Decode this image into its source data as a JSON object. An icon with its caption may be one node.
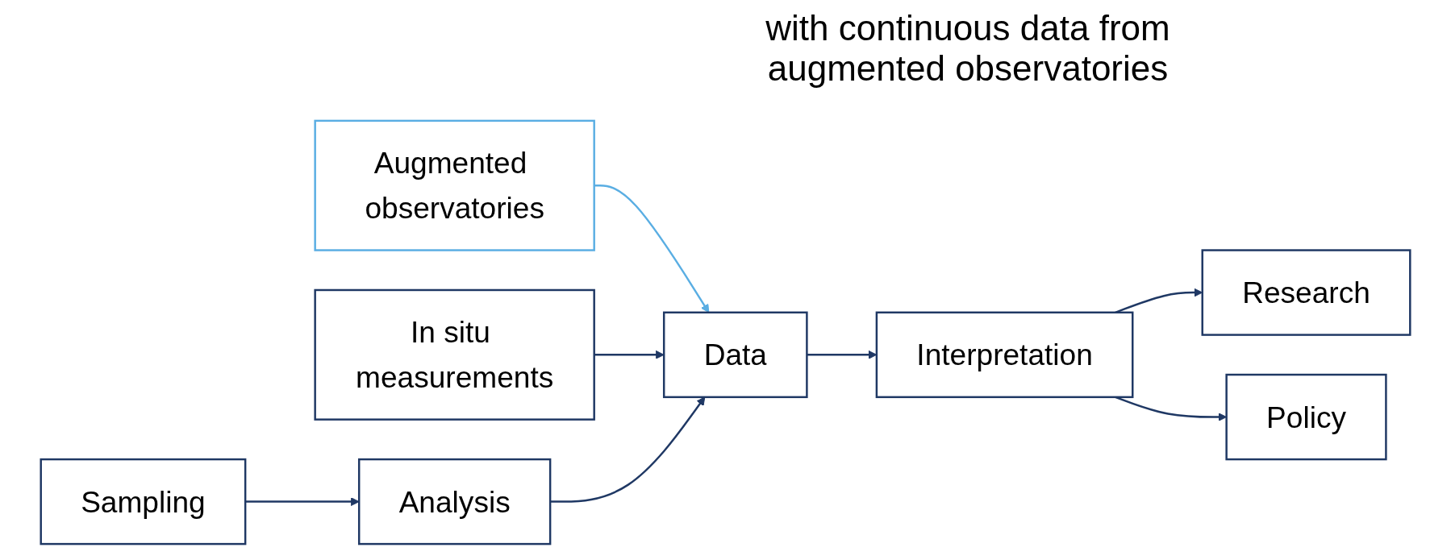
{
  "diagram": {
    "nodes": [
      {
        "text": [
          "Augmented observatories"
        ]
      },
      {
        "text": [
          "In situ measurements"
        ]
      },
      {
        "text": [
          "Sampling"
        ]
      },
      {
        "text": [
          "Analysis"
        ]
      },
      {
        "text": [
          "Data"
        ]
      },
      {
        "text": [
          "Interpretation"
        ]
      },
      {
        "text": [
          "Research"
        ]
      },
      {
        "text": [
          "Policy"
        ]
      }
    ],
    "edges": [
      {
        "from": 0,
        "to": 4,
        "arrow": "to",
        "color": "#5aaee3"
      },
      {
        "from": 1,
        "to": 4,
        "arrow": "to"
      },
      {
        "from": 2,
        "to": 3,
        "arrow": "to"
      },
      {
        "from": 3,
        "to": 4,
        "arrow": "to"
      },
      {
        "from": 4,
        "to": 5,
        "arrow": "to"
      },
      {
        "from": 5,
        "to": 6,
        "arrow": "to"
      },
      {
        "from": 5,
        "to": 7,
        "arrow": "to"
      }
    ],
    "labels": [
      "with continuous data from augmented observatories"
    ]
  }
}
